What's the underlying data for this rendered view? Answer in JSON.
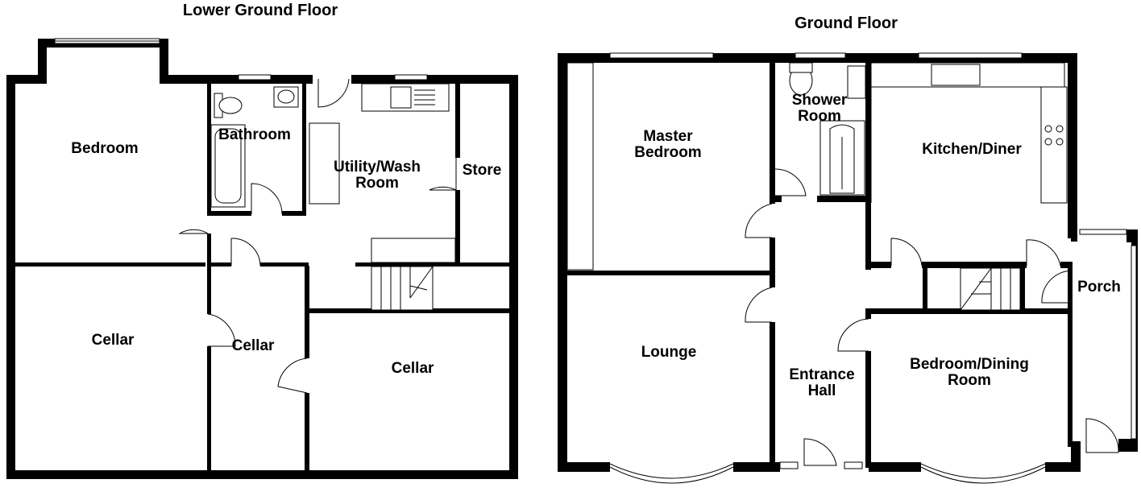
{
  "lower_ground_floor": {
    "title": "Lower Ground Floor",
    "rooms": {
      "bedroom": "Bedroom",
      "bathroom": "Bathroom",
      "utility": "Utility/Wash\nRoom",
      "store": "Store",
      "cellar_left": "Cellar",
      "cellar_middle": "Cellar",
      "cellar_right": "Cellar"
    }
  },
  "ground_floor": {
    "title": "Ground Floor",
    "rooms": {
      "master_bedroom": "Master\nBedroom",
      "shower_room": "Shower\nRoom",
      "kitchen_diner": "Kitchen/Diner",
      "porch": "Porch",
      "lounge": "Lounge",
      "entrance_hall": "Entrance\nHall",
      "bedroom_dining": "Bedroom/Dining\nRoom"
    }
  }
}
